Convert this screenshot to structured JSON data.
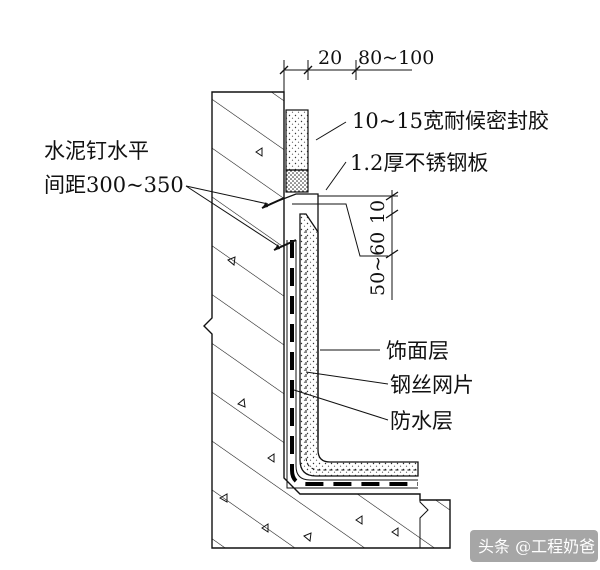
{
  "diagram": {
    "dimensions": {
      "top_a": "20",
      "top_b": "80~100",
      "side_a": "10",
      "side_b": "50~60"
    },
    "labels": {
      "sealant": "10~15宽耐候密封胶",
      "steel_plate": "1.2厚不锈钢板",
      "nail_line1": "水泥钉水平",
      "nail_line2": "间距300~350",
      "finish": "饰面层",
      "mesh": "钢丝网片",
      "waterproof": "防水层"
    },
    "watermark": "头条 @工程奶爸"
  },
  "colors": {
    "line": "#111111",
    "background": "#ffffff",
    "waterproof_band": "#000000"
  }
}
